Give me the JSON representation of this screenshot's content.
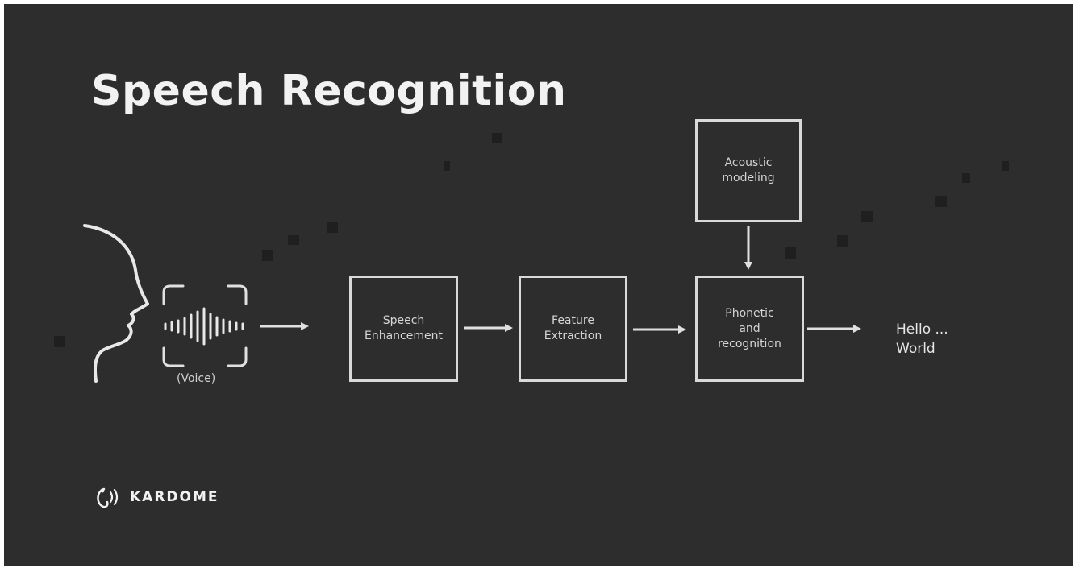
{
  "slide": {
    "title": "Speech Recognition",
    "voice_label": "(Voice)",
    "boxes": {
      "acoustic_model": "Acoustic\nmodeling",
      "speech_enhancement": "Speech\nEnhancement",
      "feature_extraction": "Feature\nExtraction",
      "phonetic_decoding": "Phonetic\nand\nrecognition"
    },
    "output_text": "Hello ...\nWorld",
    "logo_text": "KARDOME"
  },
  "colors": {
    "background": "#2d2d2d",
    "frame": "#ffffff",
    "line": "#d9d9d9",
    "text": "#f2f2f2"
  },
  "icons": [
    "face-profile-icon",
    "sound-wave-icon",
    "focus-bracket-icon",
    "arrow-right-icon",
    "arrow-down-icon",
    "kardome-logo-icon"
  ]
}
